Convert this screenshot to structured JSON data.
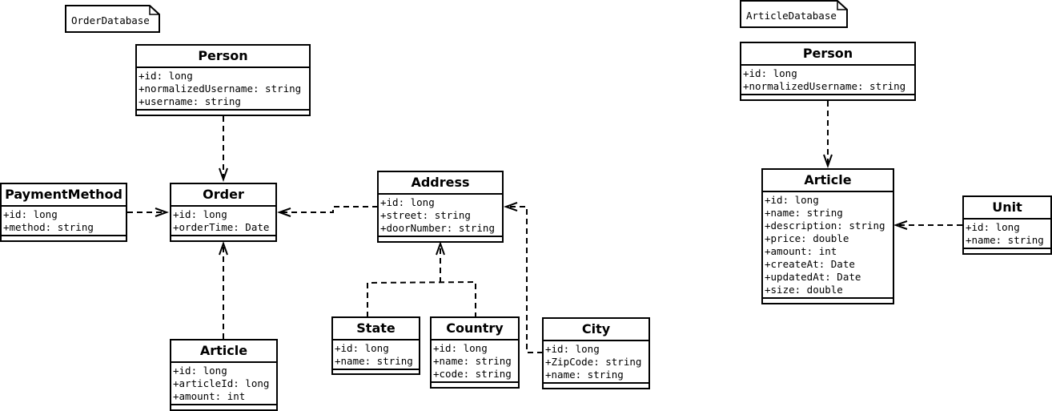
{
  "notes": {
    "order_db": "OrderDatabase",
    "article_db": "ArticleDatabase"
  },
  "classes": {
    "order_person": {
      "name": "Person",
      "attributes": [
        "+id: long",
        "+normalizedUsername: string",
        "+username: string"
      ]
    },
    "payment_method": {
      "name": "PaymentMethod",
      "attributes": [
        "+id: long",
        "+method: string"
      ]
    },
    "order": {
      "name": "Order",
      "attributes": [
        "+id: long",
        "+orderTime: Date"
      ]
    },
    "address": {
      "name": "Address",
      "attributes": [
        "+id: long",
        "+street: string",
        "+doorNumber: string"
      ]
    },
    "order_article": {
      "name": "Article",
      "attributes": [
        "+id: long",
        "+articleId: long",
        "+amount: int"
      ]
    },
    "state": {
      "name": "State",
      "attributes": [
        "+id: long",
        "+name: string"
      ]
    },
    "country": {
      "name": "Country",
      "attributes": [
        "+id: long",
        "+name: string",
        "+code: string"
      ]
    },
    "city": {
      "name": "City",
      "attributes": [
        "+id: long",
        "+ZipCode: string",
        "+name: string"
      ]
    },
    "article_person": {
      "name": "Person",
      "attributes": [
        "+id: long",
        "+normalizedUsername: string"
      ]
    },
    "article": {
      "name": "Article",
      "attributes": [
        "+id: long",
        "+name: string",
        "+description: string",
        "+price: double",
        "+amount: int",
        "+createAt: Date",
        "+updatedAt: Date",
        "+size: double"
      ]
    },
    "unit": {
      "name": "Unit",
      "attributes": [
        "+id: long",
        "+name: string"
      ]
    }
  },
  "dependencies": [
    {
      "from": "order_person",
      "to": "order"
    },
    {
      "from": "payment_method",
      "to": "order"
    },
    {
      "from": "address",
      "to": "order"
    },
    {
      "from": "order_article",
      "to": "order"
    },
    {
      "from": "state",
      "to": "address"
    },
    {
      "from": "country",
      "to": "address"
    },
    {
      "from": "city",
      "to": "address"
    },
    {
      "from": "article_person",
      "to": "article"
    },
    {
      "from": "unit",
      "to": "article"
    }
  ]
}
